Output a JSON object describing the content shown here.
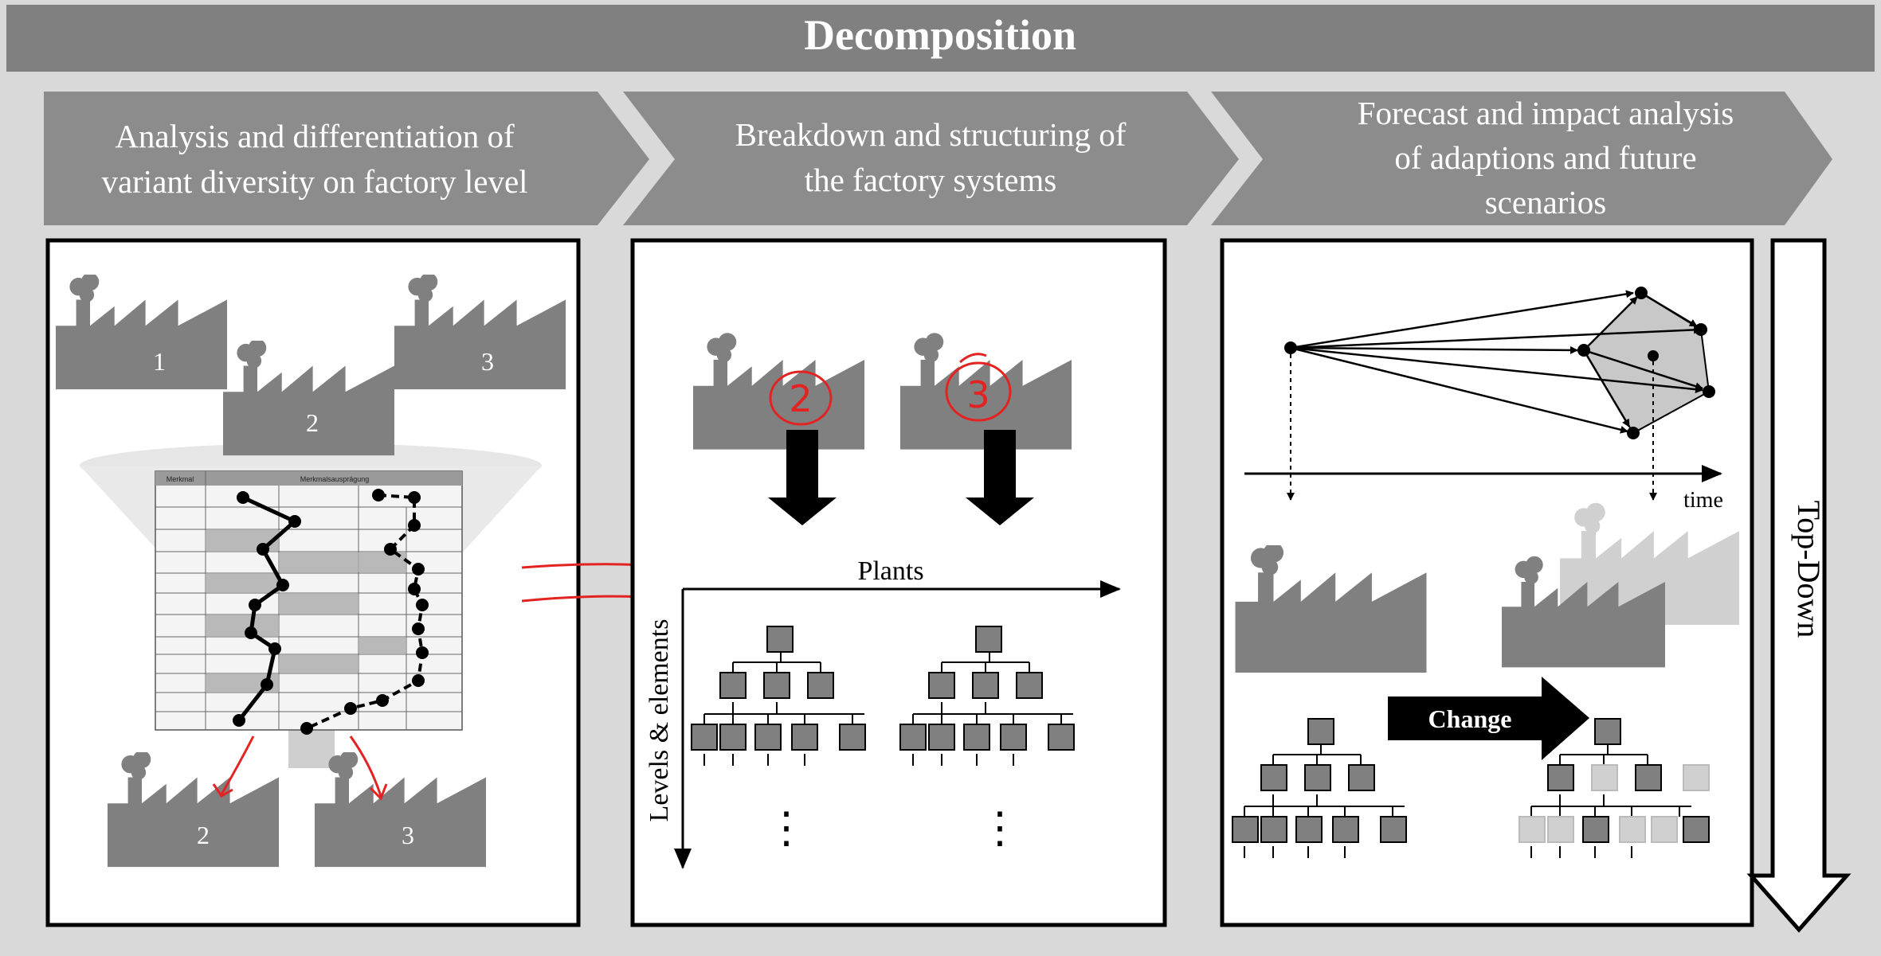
{
  "header": {
    "title": "Decomposition"
  },
  "steps": [
    {
      "lines": [
        "Analysis and differentiation of",
        "variant diversity on factory level"
      ]
    },
    {
      "lines": [
        "Breakdown and structuring of",
        "the factory systems"
      ]
    },
    {
      "lines": [
        "Forecast and impact analysis",
        "of adaptions and future",
        "scenarios"
      ]
    }
  ],
  "panel1": {
    "factory_numbers": [
      "1",
      "2",
      "3"
    ],
    "output_numbers": [
      "2",
      "3"
    ],
    "matrix_headers": [
      "Merkmal",
      "Merkmalsausprägung"
    ]
  },
  "panel2": {
    "x_axis_label": "Plants",
    "y_axis_label": "Levels & elements",
    "handwritten_numbers": [
      "2",
      "3"
    ],
    "ellipsis": "⋮"
  },
  "panel3": {
    "time_label": "time",
    "change_label": "Change"
  },
  "side_arrow": {
    "label": "Top-Down"
  },
  "colors": {
    "dark_gray": "#808080",
    "banner_gray": "#8c8c8c",
    "light_gray": "#c8c8c8",
    "annotation_red": "#e32222",
    "background": "#d9d9d9"
  }
}
